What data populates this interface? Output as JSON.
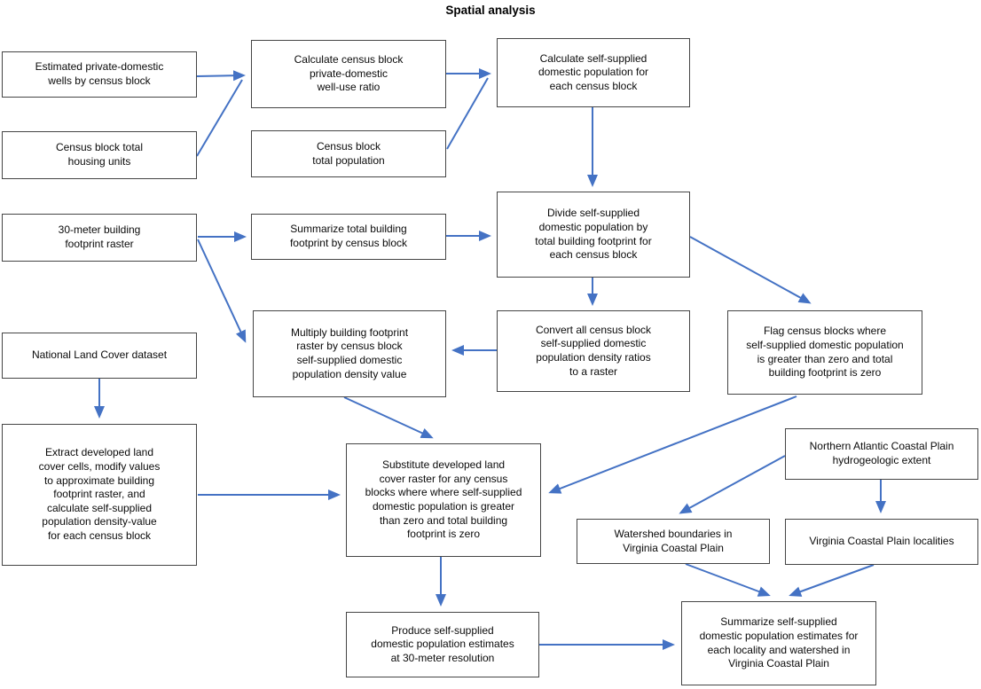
{
  "title": "Spatial analysis",
  "colors": {
    "arrow": "#4472C4",
    "box_border": "#454545",
    "box_fill": "#FFFFFF",
    "text": "#000000"
  },
  "nodes": {
    "estimated_wells": {
      "label": "Estimated private-domestic\nwells by census block"
    },
    "housing_units": {
      "label": "Census block total\nhousing units"
    },
    "calc_ratio": {
      "label": "Calculate census block\nprivate-domestic\nwell-use ratio"
    },
    "total_population": {
      "label": "Census block\ntotal population"
    },
    "calc_selfsupplied": {
      "label": "Calculate self-supplied\ndomestic population for\neach census block"
    },
    "raster_30m": {
      "label": "30-meter building\nfootprint raster"
    },
    "summarize_footprint": {
      "label": "Summarize total building\nfootprint by census block"
    },
    "divide": {
      "label": "Divide self-supplied\ndomestic population by\ntotal building footprint for\neach census block"
    },
    "multiply": {
      "label": "Multiply building footprint\nraster by census block\nself-supplied domestic\npopulation density value"
    },
    "convert": {
      "label": "Convert all census block\nself-supplied domestic\npopulation density ratios\nto a raster"
    },
    "flag": {
      "label": "Flag census blocks where\nself-supplied domestic population\nis greater than zero and total\nbuilding footprint is zero"
    },
    "nlcd": {
      "label": "National Land Cover dataset"
    },
    "extract": {
      "label": "Extract developed land\ncover cells, modify values\nto approximate building\nfootprint raster, and\ncalculate self-supplied\npopulation density-value\nfor each census block"
    },
    "substitute": {
      "label": "Substitute developed land\ncover raster for any census\nblocks where where self-supplied\ndomestic population is greater\nthan zero and total building\nfootprint is zero"
    },
    "nacp": {
      "label": "Northern Atlantic Coastal Plain\nhydrogeologic extent"
    },
    "watershed": {
      "label": "Watershed boundaries in\nVirginia Coastal Plain"
    },
    "localities": {
      "label": "Virginia Coastal Plain localities"
    },
    "produce": {
      "label": "Produce self-supplied\ndomestic population estimates\nat 30-meter resolution"
    },
    "summarize_final": {
      "label": "Summarize self-supplied\ndomestic population estimates for\neach locality and watershed in\nVirginia Coastal Plain"
    }
  },
  "edges": [
    {
      "from": "estimated_wells",
      "to": "calc_ratio"
    },
    {
      "from": "housing_units",
      "to": "calc_ratio"
    },
    {
      "from": "calc_ratio",
      "to": "calc_selfsupplied"
    },
    {
      "from": "total_population",
      "to": "calc_selfsupplied"
    },
    {
      "from": "calc_selfsupplied",
      "to": "divide"
    },
    {
      "from": "raster_30m",
      "to": "summarize_footprint"
    },
    {
      "from": "raster_30m",
      "to": "multiply"
    },
    {
      "from": "summarize_footprint",
      "to": "divide"
    },
    {
      "from": "divide",
      "to": "convert"
    },
    {
      "from": "divide",
      "to": "flag"
    },
    {
      "from": "convert",
      "to": "multiply"
    },
    {
      "from": "multiply",
      "to": "substitute"
    },
    {
      "from": "flag",
      "to": "substitute"
    },
    {
      "from": "nlcd",
      "to": "extract"
    },
    {
      "from": "extract",
      "to": "substitute"
    },
    {
      "from": "substitute",
      "to": "produce"
    },
    {
      "from": "produce",
      "to": "summarize_final"
    },
    {
      "from": "nacp",
      "to": "watershed"
    },
    {
      "from": "nacp",
      "to": "localities"
    },
    {
      "from": "watershed",
      "to": "summarize_final"
    },
    {
      "from": "localities",
      "to": "summarize_final"
    }
  ]
}
